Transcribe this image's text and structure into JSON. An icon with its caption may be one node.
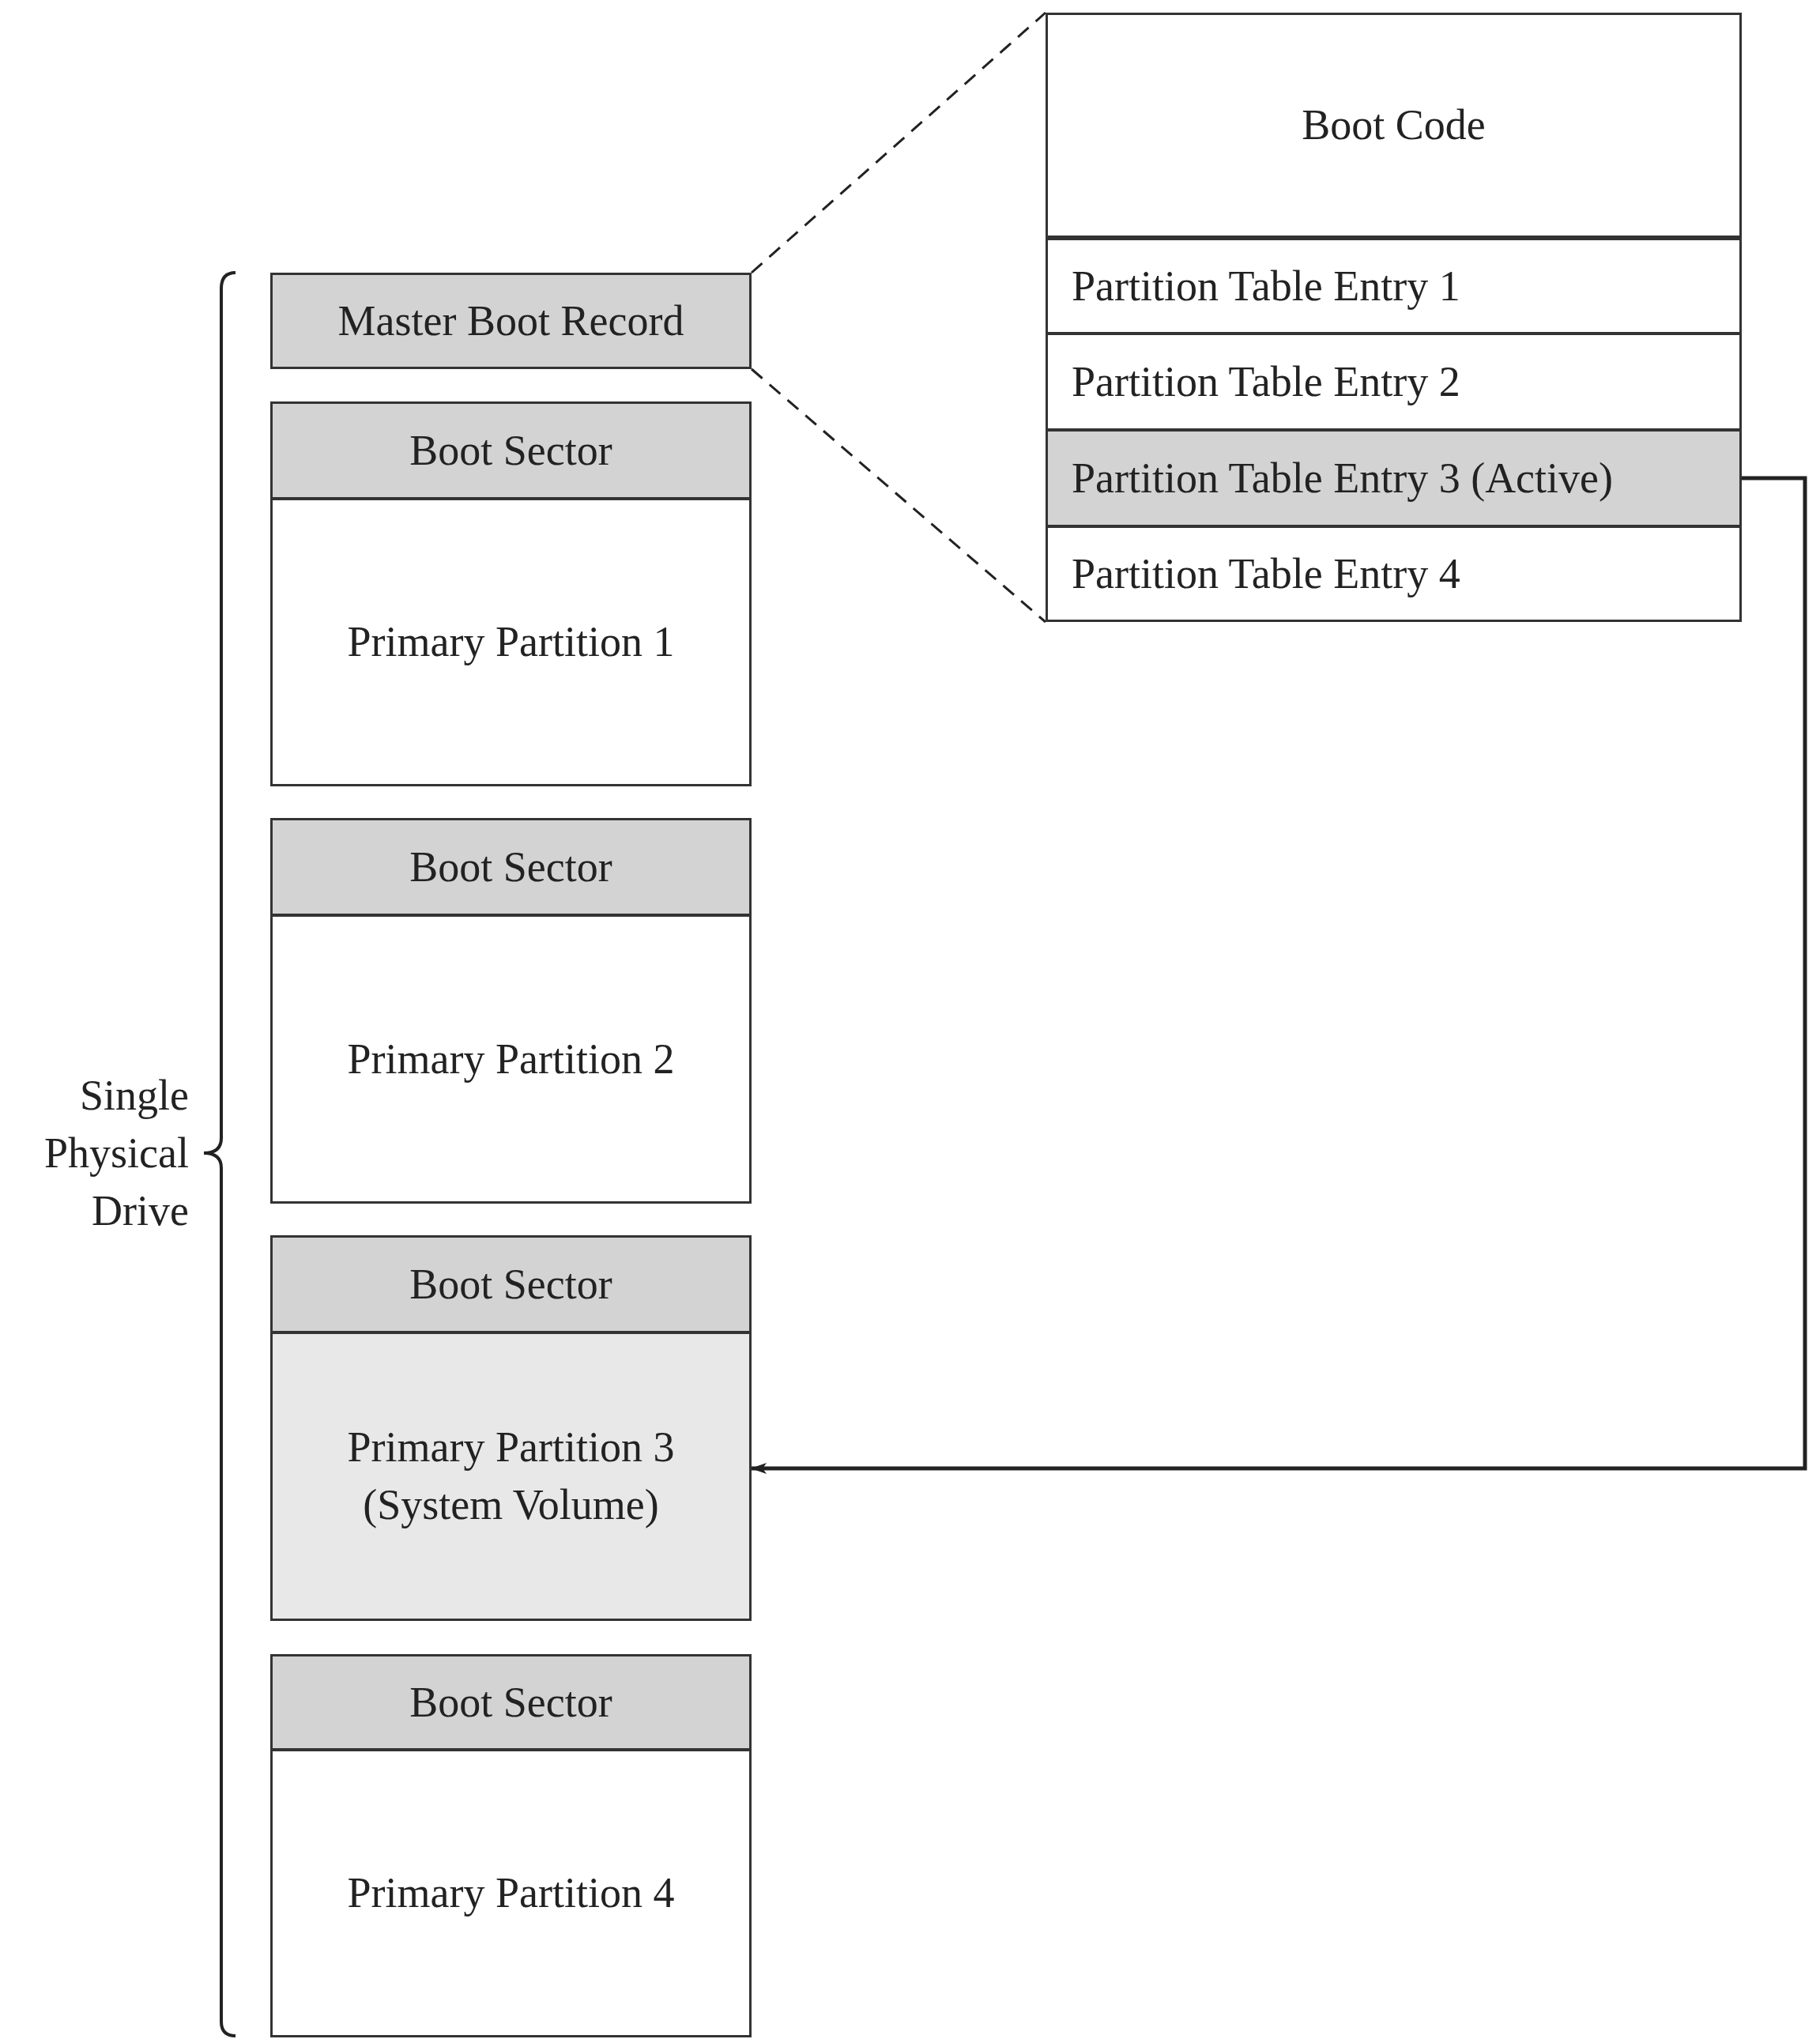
{
  "diagram": {
    "nodes": [
      {
        "text": [
          "Boot Code"
        ]
      },
      {
        "text": [
          "Partition Table Entry 1"
        ]
      },
      {
        "text": [
          "Partition Table Entry 2"
        ]
      },
      {
        "text": [
          "Partition Table Entry 3 (Active)"
        ]
      },
      {
        "text": [
          "Partition Table Entry 4"
        ]
      },
      {
        "text": [
          "Master Boot Record"
        ]
      },
      {
        "text": [
          "Boot Sector"
        ]
      },
      {
        "text": [
          "Primary Partition 1"
        ]
      },
      {
        "text": [
          "Boot Sector"
        ]
      },
      {
        "text": [
          "Primary Partition 2"
        ]
      },
      {
        "text": [
          "Boot Sector"
        ]
      },
      {
        "text": [
          "Primary Partition 3 (System Volume)"
        ]
      },
      {
        "text": [
          "Boot Sector"
        ]
      },
      {
        "text": [
          "Primary Partition 4"
        ]
      }
    ],
    "edges": [
      {
        "from": 5,
        "to": 0,
        "arrow": "none",
        "style": "dashed"
      },
      {
        "from": 5,
        "to": 4,
        "arrow": "none",
        "style": "dashed"
      },
      {
        "from": 3,
        "to": 11,
        "arrow": "to"
      }
    ],
    "labels": [
      "Single Physical Drive"
    ]
  }
}
